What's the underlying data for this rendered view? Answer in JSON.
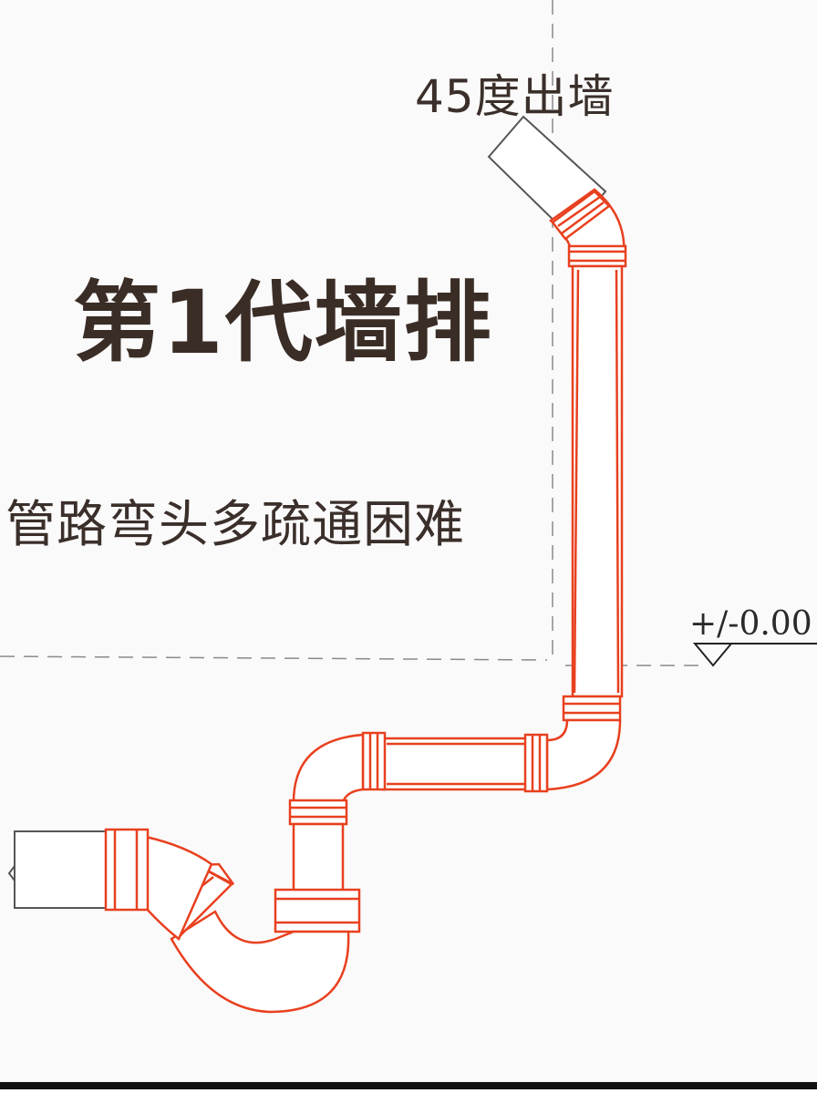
{
  "diagram": {
    "annotation_top": "45度出墙",
    "title": "第1代墙排",
    "subtitle": "管路弯头多疏通困难",
    "level_mark": "+/-0.00"
  },
  "colors": {
    "pipe_outline": "#e8401f",
    "wall_pipe": "#555555",
    "text": "#3a2f2a",
    "dash": "#8a8a8a"
  },
  "icons": {
    "level_marker": "triangle-down-icon"
  }
}
